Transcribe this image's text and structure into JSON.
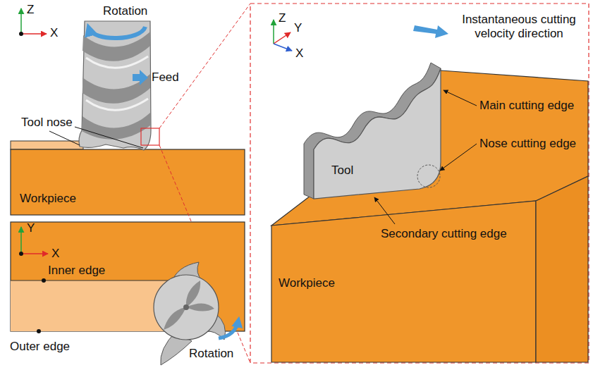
{
  "diagram": {
    "nodes": [
      {
        "text": [
          "Workpiece"
        ]
      },
      {
        "text": [
          "Tool"
        ]
      },
      {
        "text": [
          "Workpiece"
        ]
      }
    ],
    "labels": [
      "Z",
      "X",
      "Rotation",
      "Feed",
      "Tool nose",
      "Y",
      "X",
      "Inner edge",
      "Outer edge",
      "Rotation",
      "Z",
      "Y",
      "X",
      "Instantaneous cutting velocity direction",
      "Main cutting edge",
      "Nose cutting edge",
      "Secondary cutting edge"
    ]
  }
}
